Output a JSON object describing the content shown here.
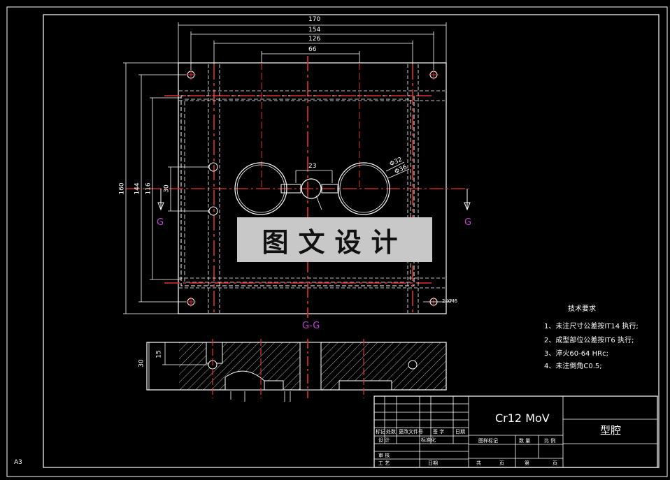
{
  "sheet": {
    "size_label": "A3"
  },
  "plan_view": {
    "dims_top": [
      "170",
      "154",
      "126",
      "66"
    ],
    "dims_left": [
      "160",
      "144",
      "116",
      "30"
    ],
    "dim_23": "23",
    "dia_32": "Φ32",
    "dia_36": "Φ36",
    "section_mark": "G",
    "section_title": "G-G",
    "thread_note": "2-XM6"
  },
  "section_view": {
    "dim_30": "30",
    "dim_15": "15"
  },
  "watermark": {
    "text": "图文设计"
  },
  "tech_req": {
    "title": "技术要求",
    "items": [
      "1、未注尺寸公差按IT14 执行;",
      "2、成型部位公差按IT6 执行;",
      "3、淬火60-64 HRc;",
      "4、未注倒角C0.5;"
    ]
  },
  "title_block": {
    "material": "Cr12 MoV",
    "part_name": "型腔",
    "row_mark": [
      "标记",
      "处数",
      "更改文件号",
      "签 字",
      "日期"
    ],
    "row_design": [
      "设 计",
      "标准化"
    ],
    "row_review": [
      "审 核"
    ],
    "row_process": [
      "工 艺",
      "日期"
    ],
    "stage_labels": [
      "图样标记",
      "数 量",
      "比 例"
    ],
    "sheet_labels": [
      "共",
      "页",
      "第",
      "页"
    ]
  }
}
